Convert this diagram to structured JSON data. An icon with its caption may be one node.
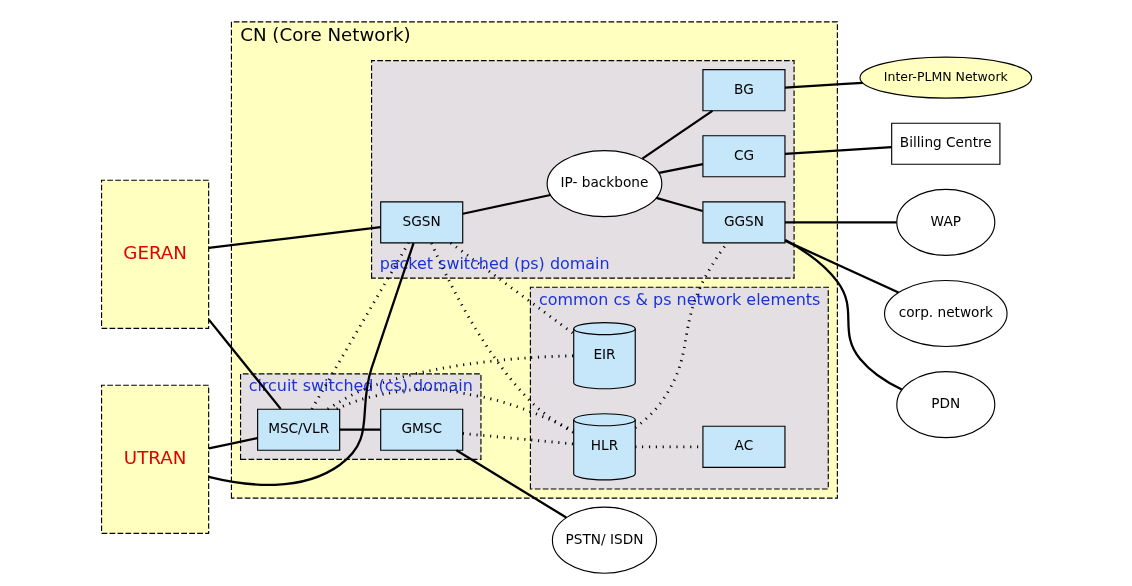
{
  "diagram": {
    "nodes": [
      {
        "text": [
          "GERAN"
        ]
      },
      {
        "text": [
          "UTRAN"
        ]
      },
      {
        "text": [
          "CN (Core Network)"
        ]
      },
      {
        "text": [
          "circuit switched (cs) domain"
        ],
        "in": 2
      },
      {
        "text": [
          "MSC/VLR"
        ],
        "in": 3
      },
      {
        "text": [
          "GMSC"
        ],
        "in": 3
      },
      {
        "text": [
          "common cs & ps network elements"
        ],
        "in": 2
      },
      {
        "text": [
          "EIR"
        ],
        "in": 6
      },
      {
        "text": [
          "HLR"
        ],
        "in": 6
      },
      {
        "text": [
          "AC"
        ],
        "in": 6
      },
      {
        "text": [
          "packet switched (ps) domain"
        ],
        "in": 2
      },
      {
        "text": [
          "SGSN"
        ],
        "in": 10
      },
      {
        "text": [
          "IP- backbone"
        ],
        "in": 10
      },
      {
        "text": [
          "GGSN"
        ],
        "in": 10
      },
      {
        "text": [
          "BG"
        ],
        "in": 10
      },
      {
        "text": [
          "CG"
        ],
        "in": 10
      },
      {
        "text": [
          "PSTN/ ISDN"
        ]
      },
      {
        "text": [
          "corp. network"
        ]
      },
      {
        "text": [
          "PDN"
        ]
      },
      {
        "text": [
          "WAP"
        ]
      },
      {
        "text": [
          "Inter-PLMN Network"
        ]
      },
      {
        "text": [
          "Billing Centre"
        ]
      }
    ],
    "edges": [
      {
        "from": 0,
        "to": 4,
        "arrow": "none"
      },
      {
        "from": 1,
        "to": 4,
        "arrow": "none"
      },
      {
        "from": 0,
        "to": 11,
        "arrow": "none"
      },
      {
        "from": 1,
        "to": 11,
        "arrow": "none"
      },
      {
        "from": 4,
        "to": 5,
        "arrow": "none"
      },
      {
        "from": 5,
        "to": 16,
        "arrow": "none"
      },
      {
        "from": 4,
        "to": 7,
        "arrow": "none",
        "style": "dashed"
      },
      {
        "from": 4,
        "to": 8,
        "arrow": "none",
        "style": "dashed"
      },
      {
        "from": 5,
        "to": 8,
        "arrow": "none",
        "style": "dashed"
      },
      {
        "from": 4,
        "to": 11,
        "arrow": "none",
        "style": "dashed"
      },
      {
        "from": 8,
        "to": 9,
        "arrow": "none",
        "style": "dashed"
      },
      {
        "from": 11,
        "to": 7,
        "arrow": "none",
        "style": "dashed"
      },
      {
        "from": 11,
        "to": 8,
        "arrow": "none",
        "style": "dashed"
      },
      {
        "from": 8,
        "to": 13,
        "arrow": "none",
        "style": "dashed"
      },
      {
        "from": 11,
        "to": 12,
        "arrow": "none"
      },
      {
        "from": 12,
        "to": 13,
        "arrow": "none"
      },
      {
        "from": 12,
        "to": 14,
        "arrow": "none"
      },
      {
        "from": 12,
        "to": 15,
        "arrow": "none"
      },
      {
        "from": 14,
        "to": 20,
        "arrow": "none"
      },
      {
        "from": 15,
        "to": 21,
        "arrow": "none"
      },
      {
        "from": 13,
        "to": 17,
        "arrow": "none"
      },
      {
        "from": 13,
        "to": 18,
        "arrow": "none"
      },
      {
        "from": 13,
        "to": 19,
        "arrow": "none"
      }
    ]
  }
}
